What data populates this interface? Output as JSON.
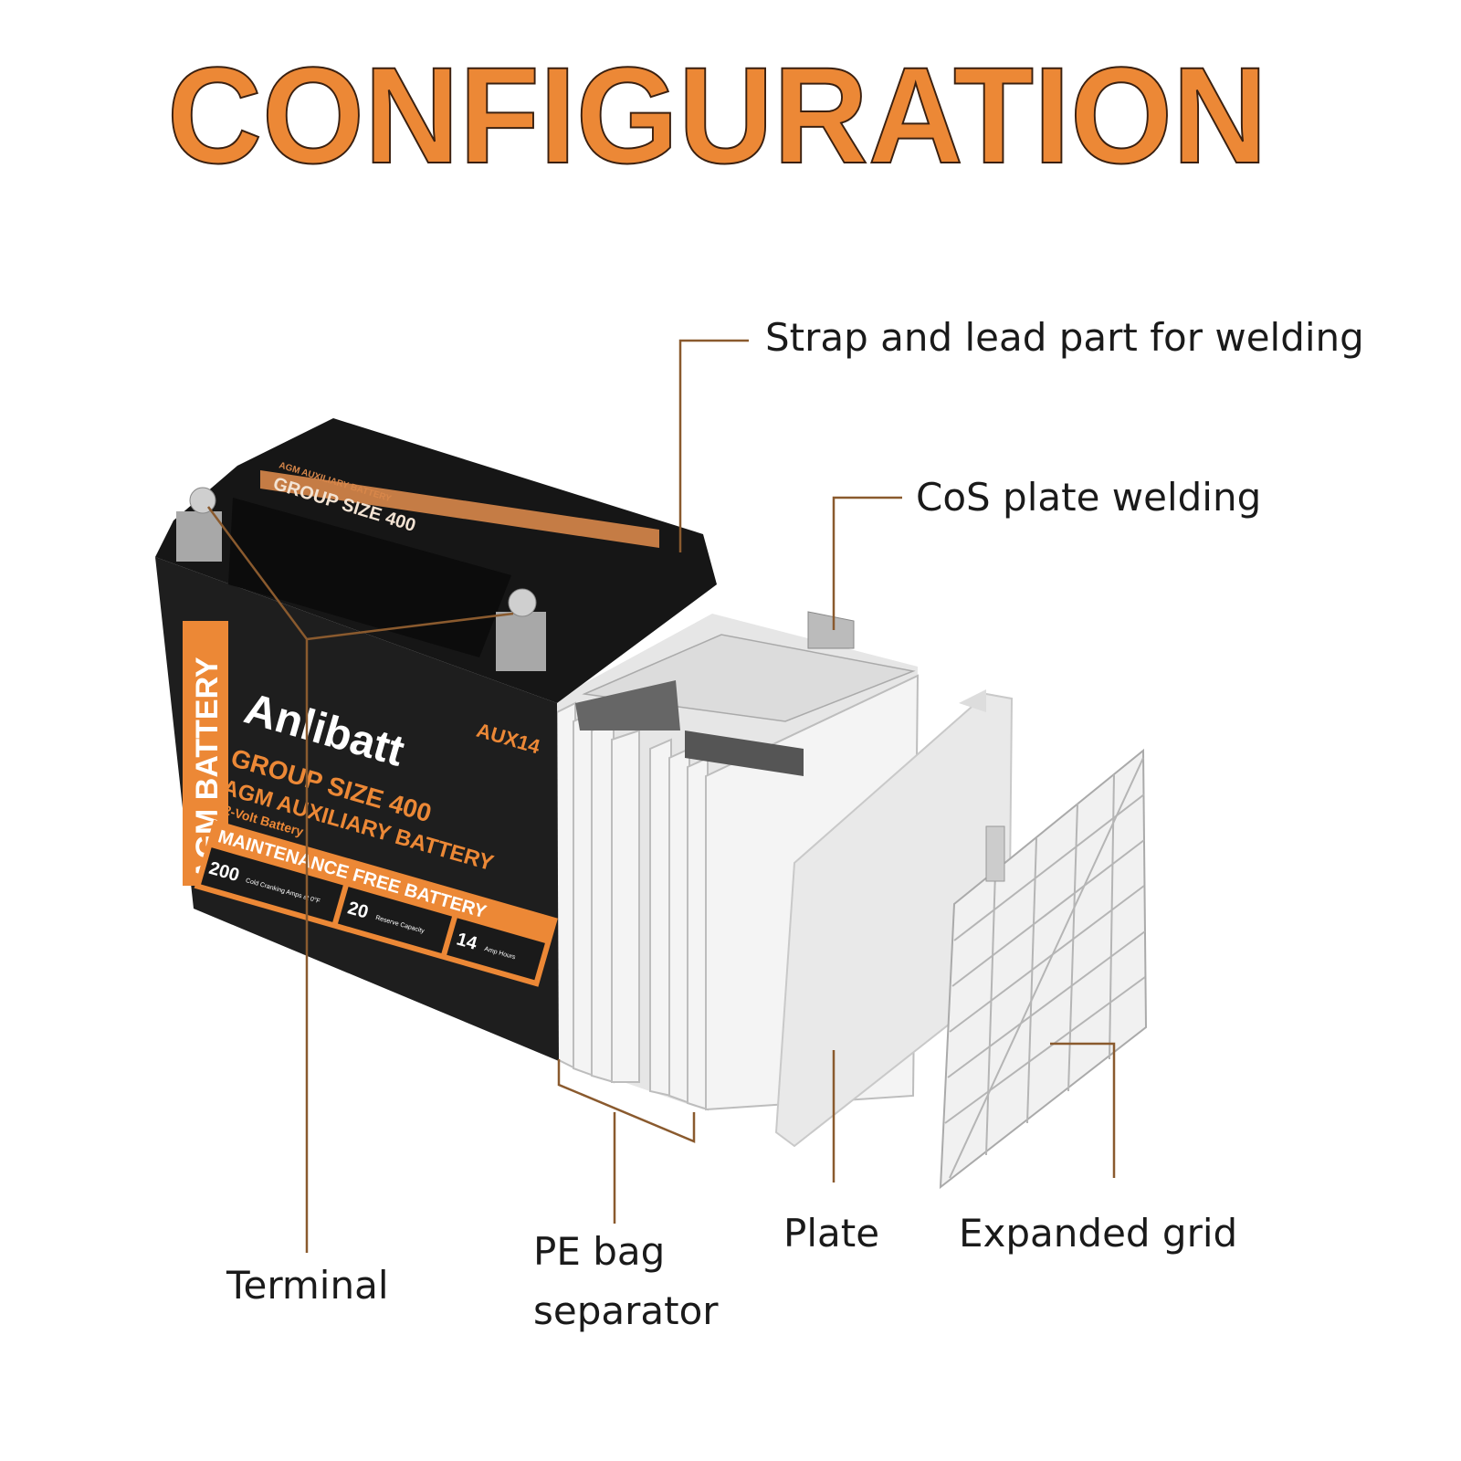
{
  "title": "CONFIGURATION",
  "colors": {
    "accent": "#ec8836",
    "leader": "#8a5a2e",
    "battery": "#1c1c1c"
  },
  "battery": {
    "side_label": "AGM BATTERY",
    "brand": "Anlibatt",
    "model": "AUX14",
    "group_size": "GROUP SIZE 400",
    "type": "AGM AUXILIARY BATTERY",
    "voltage": "12-Volt Battery",
    "maintenance": "MAINTENANCE FREE BATTERY",
    "specs": [
      {
        "value": "200",
        "label": "Cold Cranking Amps at 0°F"
      },
      {
        "value": "20",
        "label": "Reserve Capacity"
      },
      {
        "value": "14",
        "label": "Amp Hours"
      }
    ],
    "lid_title": "GROUP SIZE 400",
    "lid_subtitle": "AGM AUXILIARY BATTERY"
  },
  "labels": {
    "strap": "Strap and lead part for welding",
    "cos": "CoS plate welding",
    "terminal": "Terminal",
    "pe_line1": "PE bag",
    "pe_line2": "separator",
    "plate": "Plate",
    "grid": "Expanded grid"
  }
}
